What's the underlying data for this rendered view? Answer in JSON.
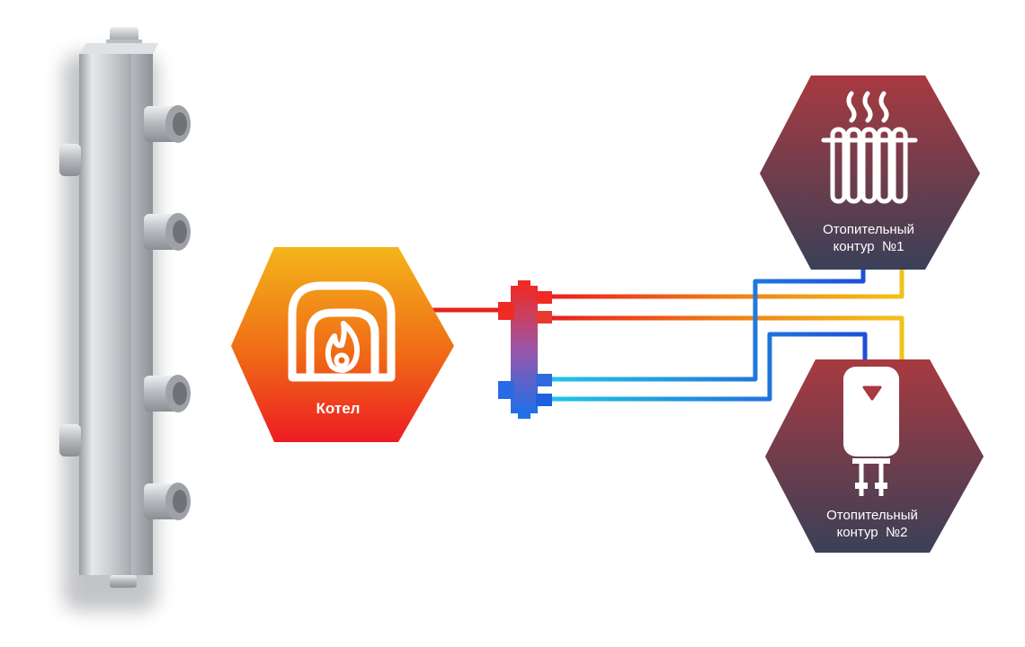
{
  "boiler": {
    "label": "Котел"
  },
  "circuit1": {
    "line1": "Отопительный",
    "line2": "контур  №1"
  },
  "circuit2": {
    "line1": "Отопительный",
    "line2": "контур  №2"
  },
  "colors": {
    "hot": "#e8201f",
    "cold": "#1e4fd6",
    "cyan": "#22c6e6",
    "yellow": "#f2c21a",
    "orange": "#f07d14",
    "hexDark": "#3e4258",
    "hexRed": "#a83a40",
    "steel": "#c9ccd0"
  }
}
